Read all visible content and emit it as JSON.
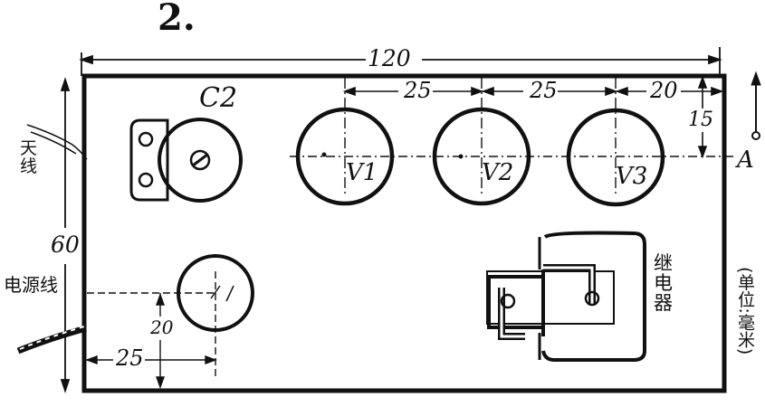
{
  "figure": {
    "number": "2."
  },
  "dimensions": {
    "width": "120",
    "height": "60",
    "spacing_v1_v2": "25",
    "spacing_v2_v3": "25",
    "edge_v3": "20",
    "top_offset": "15",
    "small_y": "20",
    "small_x": "25"
  },
  "labels": {
    "capacitor": "C2",
    "tube1": "V1",
    "tube2": "V2",
    "tube3": "V3",
    "point_a": "A",
    "antenna": "天线",
    "power": "电源线",
    "relay": "继电器",
    "unit": "(单位:毫米)"
  }
}
